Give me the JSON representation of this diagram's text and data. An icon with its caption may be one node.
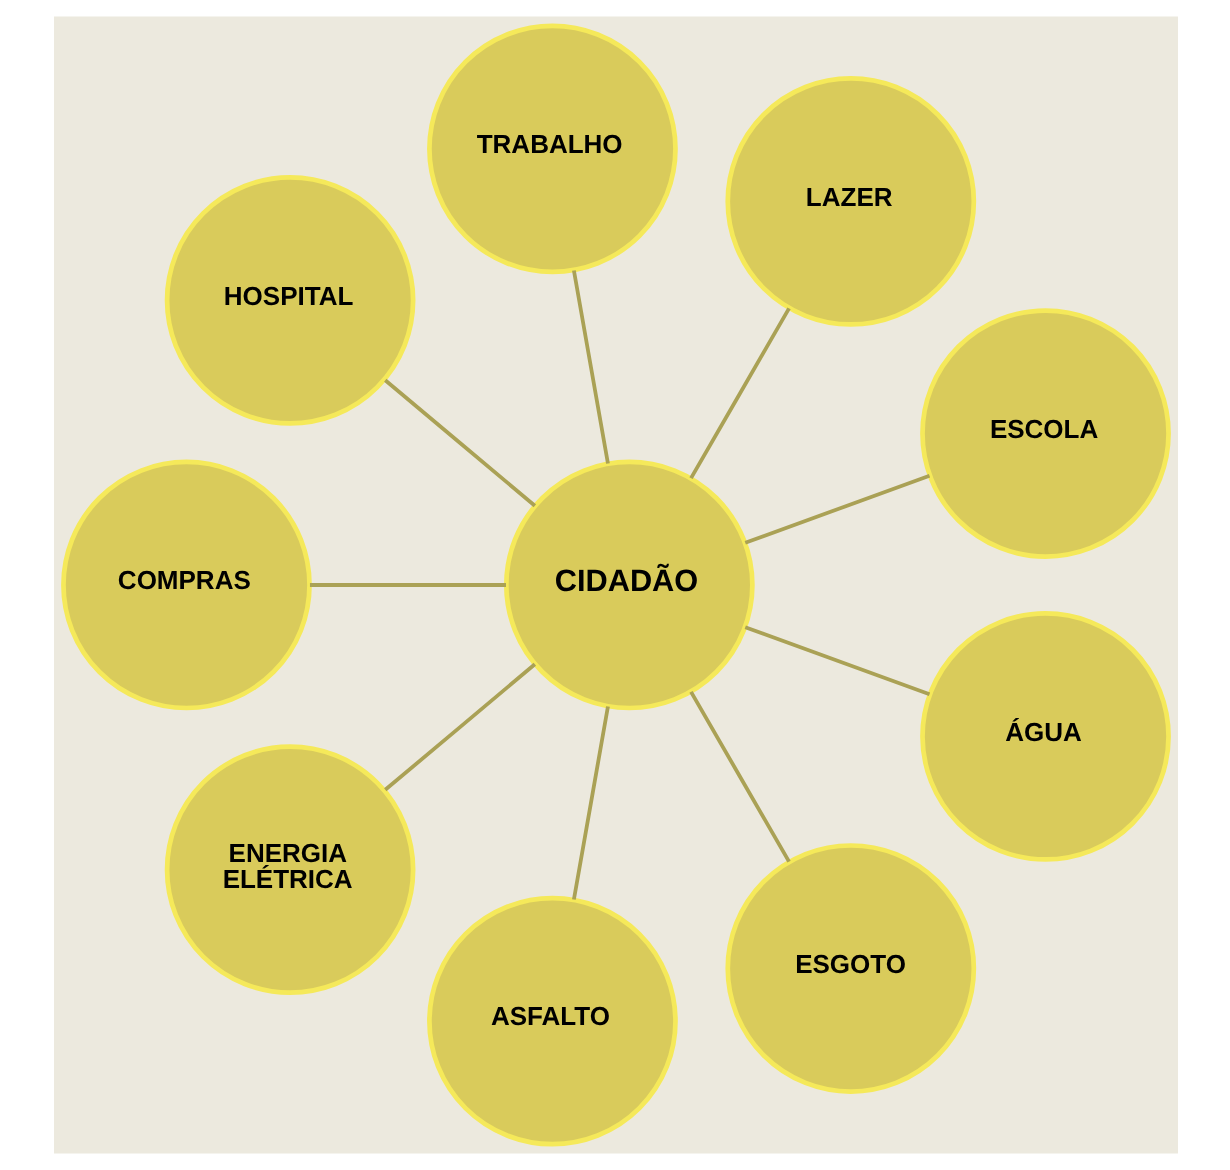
{
  "diagram": {
    "nodes": [
      {
        "text": [
          "CIDADÃO"
        ]
      },
      {
        "text": [
          "ESCOLA"
        ]
      },
      {
        "text": [
          "LAZER"
        ]
      },
      {
        "text": [
          "TRABALHO"
        ]
      },
      {
        "text": [
          "HOSPITAL"
        ]
      },
      {
        "text": [
          "COMPRAS"
        ]
      },
      {
        "text": [
          "ENERGIA ELÉTRICA"
        ]
      },
      {
        "text": [
          "ASFALTO"
        ]
      },
      {
        "text": [
          "ESGOTO"
        ]
      },
      {
        "text": [
          "ÁGUA"
        ]
      }
    ],
    "edges": [
      {
        "from": 0,
        "to": 1,
        "arrow": "none"
      },
      {
        "from": 0,
        "to": 2,
        "arrow": "none"
      },
      {
        "from": 0,
        "to": 3,
        "arrow": "none"
      },
      {
        "from": 0,
        "to": 4,
        "arrow": "none"
      },
      {
        "from": 0,
        "to": 5,
        "arrow": "none"
      },
      {
        "from": 0,
        "to": 6,
        "arrow": "none"
      },
      {
        "from": 0,
        "to": 7,
        "arrow": "none"
      },
      {
        "from": 0,
        "to": 8,
        "arrow": "none"
      },
      {
        "from": 0,
        "to": 9,
        "arrow": "none"
      }
    ]
  }
}
